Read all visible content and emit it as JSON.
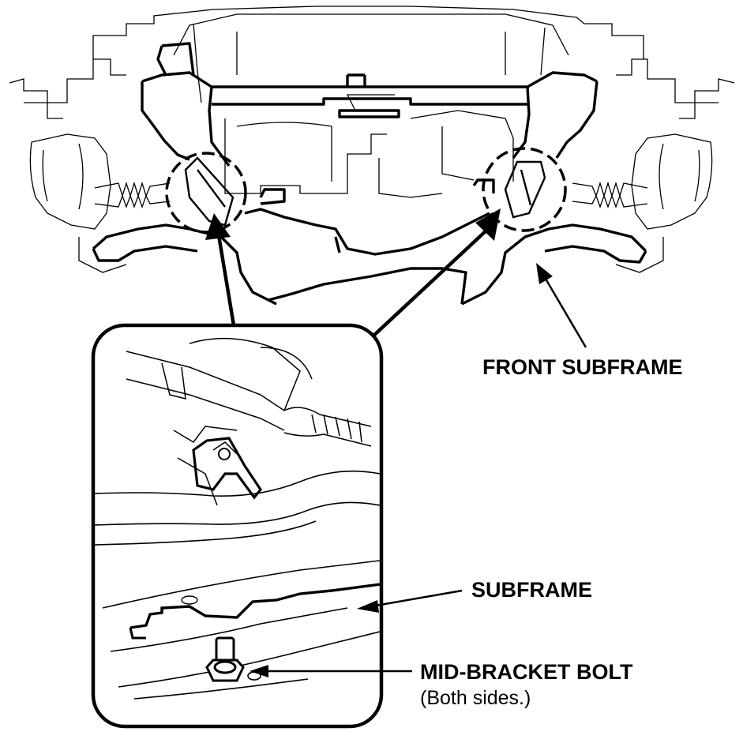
{
  "callouts": {
    "front_subframe": "FRONT SUBFRAME",
    "subframe": "SUBFRAME",
    "mid_bracket_bolt": "MID-BRACKET BOLT",
    "both_sides_note": "(Both sides.)"
  },
  "colors": {
    "line": "#000000",
    "background": "#ffffff"
  }
}
